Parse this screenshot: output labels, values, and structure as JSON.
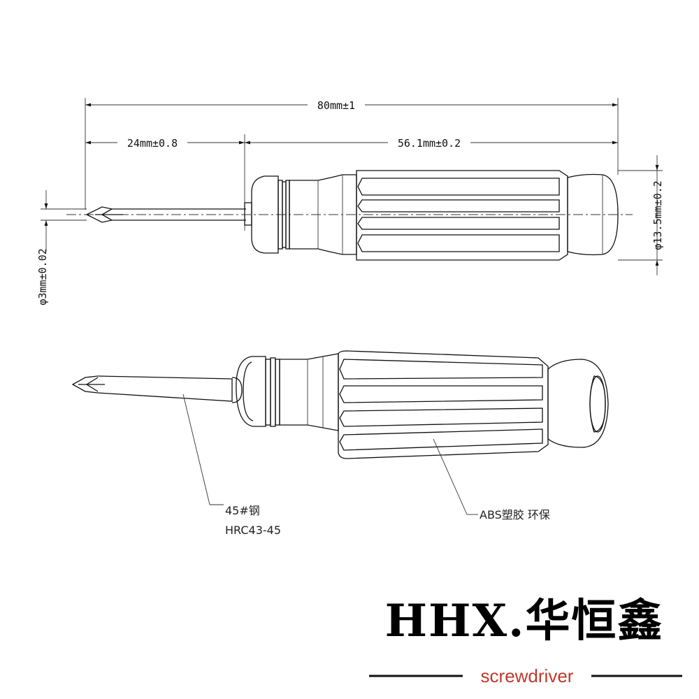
{
  "dimensions": {
    "total_length": "80mm±1",
    "shaft_length": "24mm±0.8",
    "handle_length": "56.1mm±0.2",
    "handle_diameter": "φ13.5mm±0.2",
    "shaft_diameter": "φ3mm±0.02"
  },
  "callouts": {
    "shaft_material_line1": "45#钢",
    "shaft_material_line2": "HRC43-45",
    "handle_material": "ABS塑胶 环保"
  },
  "brand": {
    "logo": "HHX.华恒鑫",
    "subtitle": "screwdriver",
    "subtitle_color": "#c0392b"
  }
}
